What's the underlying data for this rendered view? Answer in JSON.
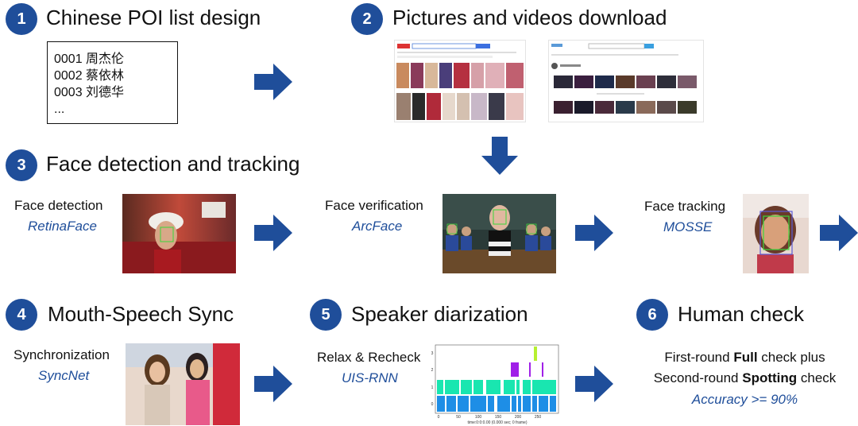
{
  "steps": [
    {
      "num": "1",
      "title": "Chinese POI list design"
    },
    {
      "num": "2",
      "title": "Pictures and videos download"
    },
    {
      "num": "3",
      "title": "Face detection and tracking"
    },
    {
      "num": "4",
      "title": "Mouth-Speech Sync"
    },
    {
      "num": "5",
      "title": "Speaker diarization"
    },
    {
      "num": "6",
      "title": "Human check"
    }
  ],
  "poi_list": [
    "0001 周杰伦",
    "0002 蔡依林",
    "0003 刘德华",
    "..."
  ],
  "stages": {
    "face_detection": {
      "label": "Face detection",
      "method": "RetinaFace"
    },
    "face_verification": {
      "label": "Face verification",
      "method": "ArcFace"
    },
    "face_tracking": {
      "label": "Face tracking",
      "method": "MOSSE"
    },
    "synchronization": {
      "label": "Synchronization",
      "method": "SyncNet"
    },
    "relax_recheck": {
      "label": "Relax & Recheck",
      "method": "UIS-RNN"
    }
  },
  "human_check": {
    "line1_a": "First-round ",
    "line1_b": "Full",
    "line1_c": " check plus",
    "line2_a": "Second-round ",
    "line2_b": "Spotting",
    "line2_c": " check",
    "accuracy": "Accuracy >= 90%"
  },
  "diarization_plot": {
    "xlabel": "time:0:0:0.00 (0.000 sec; 0 frame)",
    "xticks": [
      "0",
      "50",
      "100",
      "150",
      "200",
      "250"
    ],
    "yticks": [
      "0",
      "1",
      "2",
      "3"
    ]
  },
  "colors": {
    "accent": "#1f4e9a",
    "arrow": "#1f4e9a"
  }
}
